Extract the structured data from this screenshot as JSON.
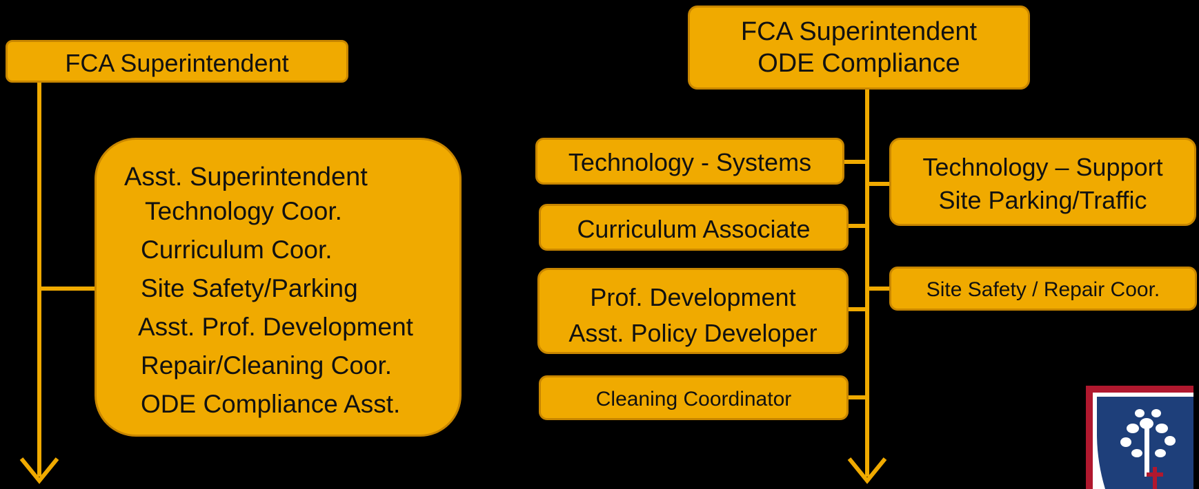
{
  "left": {
    "top_box": "FCA Superintendent",
    "assistant_box": {
      "title": "Asst. Superintendent",
      "items": [
        "Technology Coor.",
        "Curriculum Coor.",
        "Site Safety/Parking",
        "Asst. Prof. Development",
        "Repair/Cleaning Coor.",
        "ODE Compliance Asst."
      ]
    }
  },
  "right": {
    "top_box": [
      "FCA Superintendent",
      "ODE Compliance"
    ],
    "left_boxes": [
      [
        "Technology - Systems"
      ],
      [
        "Curriculum Associate"
      ],
      [
        "Prof. Development",
        "Asst. Policy Developer"
      ],
      [
        "Cleaning Coordinator"
      ]
    ],
    "right_boxes": [
      [
        "Technology – Support",
        "Site Parking/Traffic"
      ],
      [
        "Site Safety / Repair Coor."
      ]
    ]
  },
  "colors": {
    "background": "#000000",
    "box_fill": "#f0aa00",
    "box_border": "#c88600",
    "connector": "#f0aa00",
    "text": "#111111"
  },
  "logo": {
    "name": "school-crest-logo",
    "colors": [
      "#b0182e",
      "#1e3f7a",
      "#ffffff"
    ]
  }
}
